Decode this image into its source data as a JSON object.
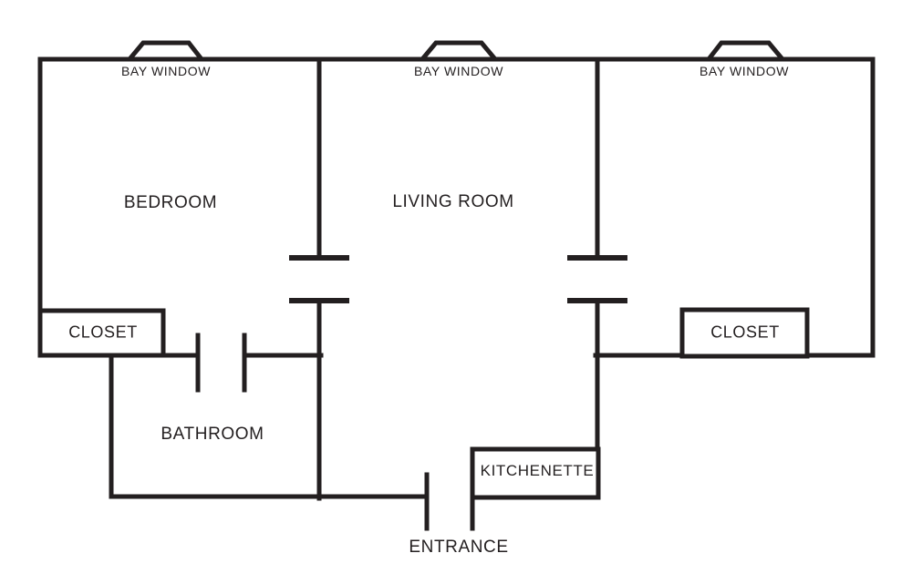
{
  "colors": {
    "line": "#231f20",
    "background": "#ffffff"
  },
  "labels": {
    "bay_window_left": "BAY WINDOW",
    "bay_window_center": "BAY WINDOW",
    "bay_window_right": "BAY WINDOW",
    "bedroom": "BEDROOM",
    "living_room": "LIVING ROOM",
    "closet_left": "CLOSET",
    "closet_right": "CLOSET",
    "bathroom": "BATHROOM",
    "kitchenette": "KITCHENETTE",
    "entrance": "ENTRANCE"
  }
}
